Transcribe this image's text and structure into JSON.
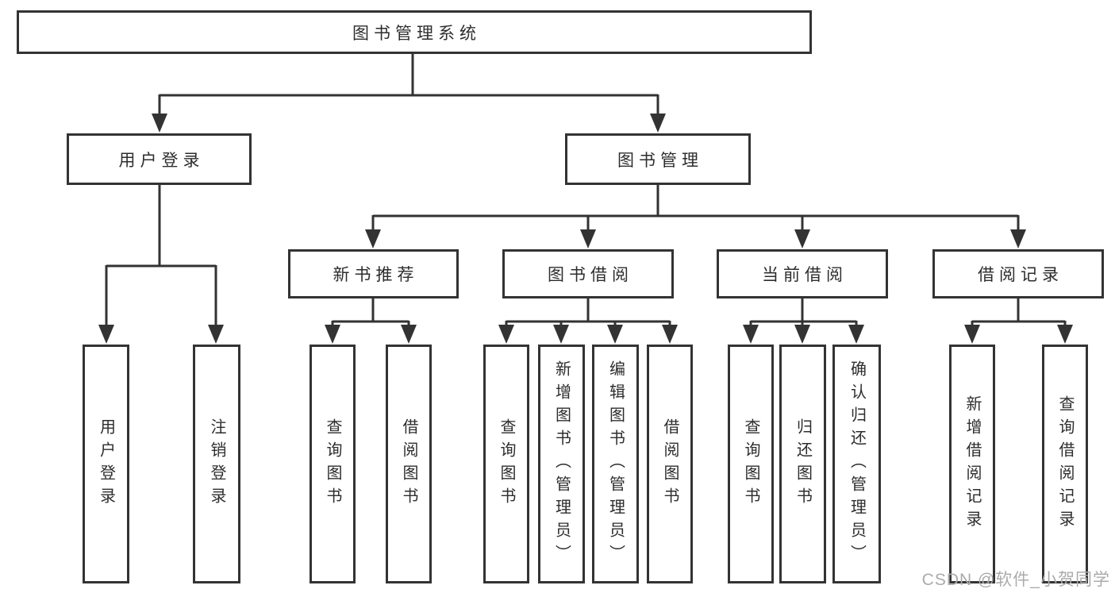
{
  "tree": {
    "root": {
      "label": "图书管理系统",
      "children": [
        {
          "label": "用户登录",
          "children": [
            {
              "label": "用户登录"
            },
            {
              "label": "注销登录"
            }
          ]
        },
        {
          "label": "图书管理",
          "children": [
            {
              "label": "新书推荐",
              "children": [
                {
                  "label": "查询图书"
                },
                {
                  "label": "借阅图书"
                }
              ]
            },
            {
              "label": "图书借阅",
              "children": [
                {
                  "label": "查询图书"
                },
                {
                  "label": "新增图书（管理员）"
                },
                {
                  "label": "编辑图书（管理员）"
                },
                {
                  "label": "借阅图书"
                }
              ]
            },
            {
              "label": "当前借阅",
              "children": [
                {
                  "label": "查询图书"
                },
                {
                  "label": "归还图书"
                },
                {
                  "label": "确认归还（管理员）"
                }
              ]
            },
            {
              "label": "借阅记录",
              "children": [
                {
                  "label": "新增借阅记录"
                },
                {
                  "label": "查询借阅记录"
                }
              ]
            }
          ]
        }
      ]
    }
  },
  "watermark": "CSDN @软件_小贺同学",
  "colors": {
    "line": "#333333",
    "box_border": "#333333",
    "text": "#2d2d2d",
    "watermark": "#ababab",
    "background": "#ffffff"
  }
}
